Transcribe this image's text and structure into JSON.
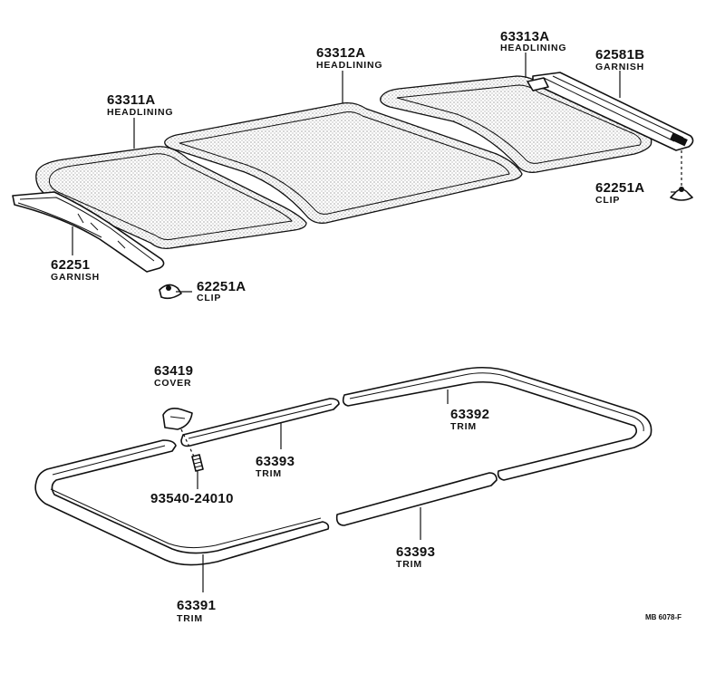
{
  "diagram_code": "MB 6078-F",
  "parts": {
    "headlining_front": {
      "number": "63311A",
      "name": "HEADLINING"
    },
    "headlining_center": {
      "number": "63312A",
      "name": "HEADLINING"
    },
    "headlining_rear": {
      "number": "63313A",
      "name": "HEADLINING"
    },
    "garnish_right": {
      "number": "62581B",
      "name": "GARNISH"
    },
    "clip_right": {
      "number": "62251A",
      "name": "CLIP"
    },
    "garnish_left": {
      "number": "62251",
      "name": "GARNISH"
    },
    "clip_left": {
      "number": "62251A",
      "name": "CLIP"
    },
    "cover": {
      "number": "63419",
      "name": "COVER"
    },
    "screw": {
      "number": "93540-24010",
      "name": ""
    },
    "trim_side_upper": {
      "number": "63393",
      "name": "TRIM"
    },
    "trim_rear_frame": {
      "number": "63392",
      "name": "TRIM"
    },
    "trim_side_lower": {
      "number": "63393",
      "name": "TRIM"
    },
    "trim_front_frame": {
      "number": "63391",
      "name": "TRIM"
    }
  }
}
